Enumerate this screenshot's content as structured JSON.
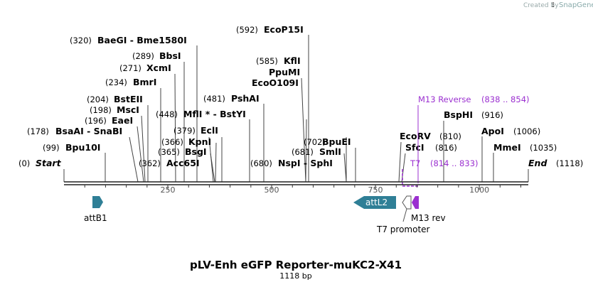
{
  "watermark": {
    "prefix": "Created by",
    "brand": "SnapGene"
  },
  "title": "pLV-Enh eGFP Reporter-muKC2-X41",
  "length_label": "1118 bp",
  "axis": {
    "start": 0,
    "end": 1118,
    "ticks": [
      250,
      500,
      750,
      1000
    ],
    "tick_labels": [
      "250",
      "500",
      "750",
      "1000"
    ]
  },
  "ends": {
    "start_pos": "(0)",
    "start_label": "Start",
    "end_label": "End",
    "end_pos": "(1118)"
  },
  "sites": [
    {
      "pos": 99,
      "pos_label": "(99)",
      "names": "Bpu10I"
    },
    {
      "pos": 178,
      "pos_label": "(178)",
      "names": "BsaAI  -  SnaBI"
    },
    {
      "pos": 196,
      "pos_label": "(196)",
      "names": "EaeI"
    },
    {
      "pos": 198,
      "pos_label": "(198)",
      "names": "MscI"
    },
    {
      "pos": 204,
      "pos_label": "(204)",
      "names": "BstEII"
    },
    {
      "pos": 234,
      "pos_label": "(234)",
      "names": "BmrI"
    },
    {
      "pos": 271,
      "pos_label": "(271)",
      "names": "XcmI"
    },
    {
      "pos": 289,
      "pos_label": "(289)",
      "names": "BbsI"
    },
    {
      "pos": 320,
      "pos_label": "(320)",
      "names": "BaeGI  -  Bme1580I"
    },
    {
      "pos": 362,
      "pos_label": "(362)",
      "names": "Acc65I"
    },
    {
      "pos": 365,
      "pos_label": "(365)",
      "names": "BsgI"
    },
    {
      "pos": 366,
      "pos_label": "(366)",
      "names": "KpnI"
    },
    {
      "pos": 379,
      "pos_label": "(379)",
      "names": "EclI"
    },
    {
      "pos": 448,
      "pos_label": "(448)",
      "names": "MflI * - BstYI"
    },
    {
      "pos": 481,
      "pos_label": "(481)",
      "names": "PshAI"
    },
    {
      "pos": 592,
      "pos_label": "(592)",
      "names": "EcoP15I"
    },
    {
      "pos": 585,
      "pos_label": "(585)",
      "names": "KflI"
    },
    {
      "pos": 585,
      "pos_label": "",
      "names": "PpuMI"
    },
    {
      "pos": 585,
      "pos_label": "",
      "names": "EcoO109I"
    },
    {
      "pos": 680,
      "pos_label": "(680)",
      "names": "NspI  -  SphI"
    },
    {
      "pos": 681,
      "pos_label": "(681)",
      "names": "SmlI"
    },
    {
      "pos": 702,
      "pos_label": "(702)",
      "names": "BpuEI"
    },
    {
      "pos": 810,
      "pos_label": "(810)",
      "names": "EcoRV"
    },
    {
      "pos": 816,
      "pos_label": "(816)",
      "names": "SfcI"
    },
    {
      "pos": 916,
      "pos_label": "(916)",
      "names": "BspHI"
    },
    {
      "pos": 1006,
      "pos_label": "(1006)",
      "names": "ApoI"
    },
    {
      "pos": 1035,
      "pos_label": "(1035)",
      "names": "MmeI"
    }
  ],
  "primers": [
    {
      "name": "M13 Reverse",
      "range": "(838 .. 854)"
    },
    {
      "name": "T7",
      "range": "(814 .. 833)"
    }
  ],
  "features": [
    {
      "name": "attB1",
      "start": 67,
      "end": 92,
      "dir": "right",
      "color": "#2f7f96"
    },
    {
      "name": "attL2",
      "start": 700,
      "end": 801,
      "dir": "left",
      "color": "#2f7f96"
    },
    {
      "name": "T7 promoter",
      "start": 814,
      "end": 833,
      "dir": "left",
      "color": "#ffffff"
    },
    {
      "name": "M13 rev",
      "start": 838,
      "end": 854,
      "dir": "left",
      "color": "#9b30d0"
    }
  ],
  "colors": {
    "primer": "#9b30d0",
    "feature": "#2f7f96"
  }
}
